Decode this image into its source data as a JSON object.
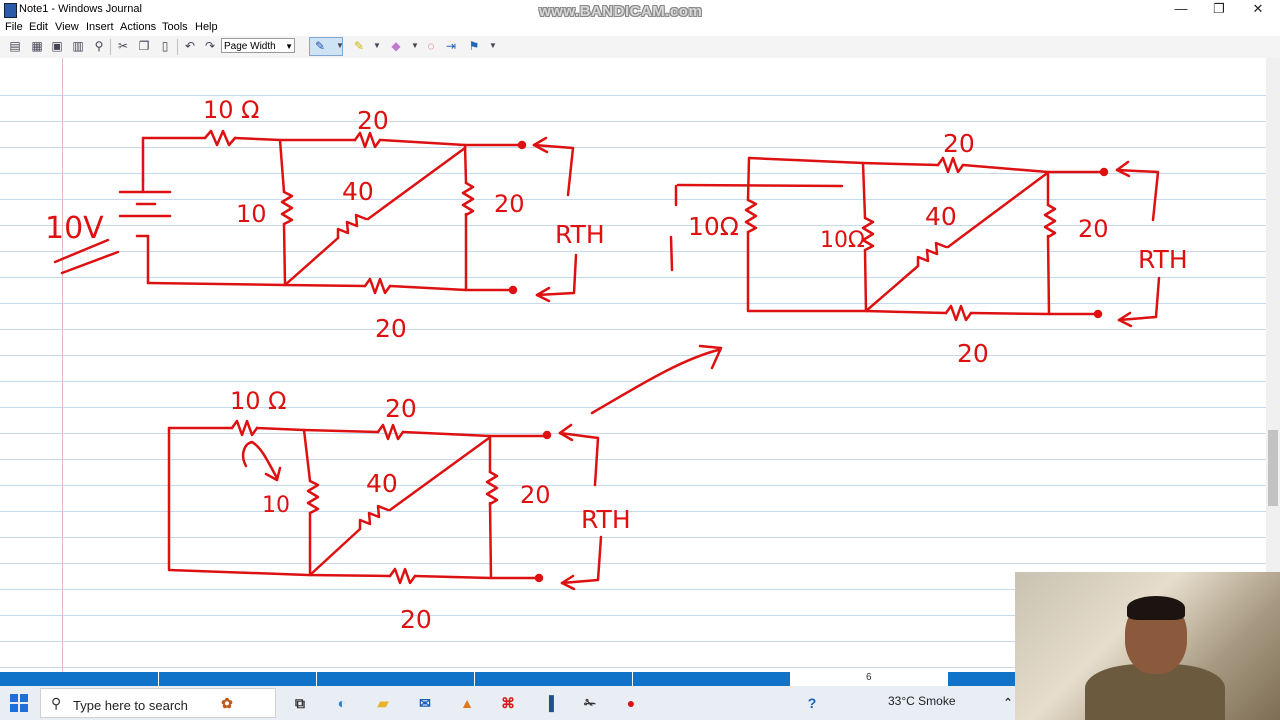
{
  "window": {
    "title": "Note1 - Windows Journal",
    "watermark": "www.BANDICAM.com"
  },
  "controls": {
    "minimize": "—",
    "restore": "❐",
    "close": "✕"
  },
  "menu": [
    "File",
    "Edit",
    "View",
    "Insert",
    "Actions",
    "Tools",
    "Help"
  ],
  "toolbar": {
    "zoom": "Page Width"
  },
  "ink_color": "#dd1111",
  "notes": {
    "c1": {
      "r1": "10 Ω",
      "r_top": "20",
      "src": "10V",
      "r_mid": "10",
      "r_diag": "40",
      "r_right": "20",
      "rth": "RTH",
      "r_bot": "20"
    },
    "c2": {
      "r_top": "20",
      "r_left": "10Ω",
      "r_mid": "10Ω",
      "r_diag": "40",
      "r_right": "20",
      "rth": "RTH",
      "r_bot": "20"
    },
    "c3": {
      "r1": "10 Ω",
      "r_top": "20",
      "r_mid": "10",
      "r_diag": "40",
      "r_right": "20",
      "rth": "RTH",
      "r_bot": "20"
    }
  },
  "page_number": "6",
  "taskbar": {
    "search_placeholder": "Type here to search",
    "weather": "33°C  Smoke"
  }
}
